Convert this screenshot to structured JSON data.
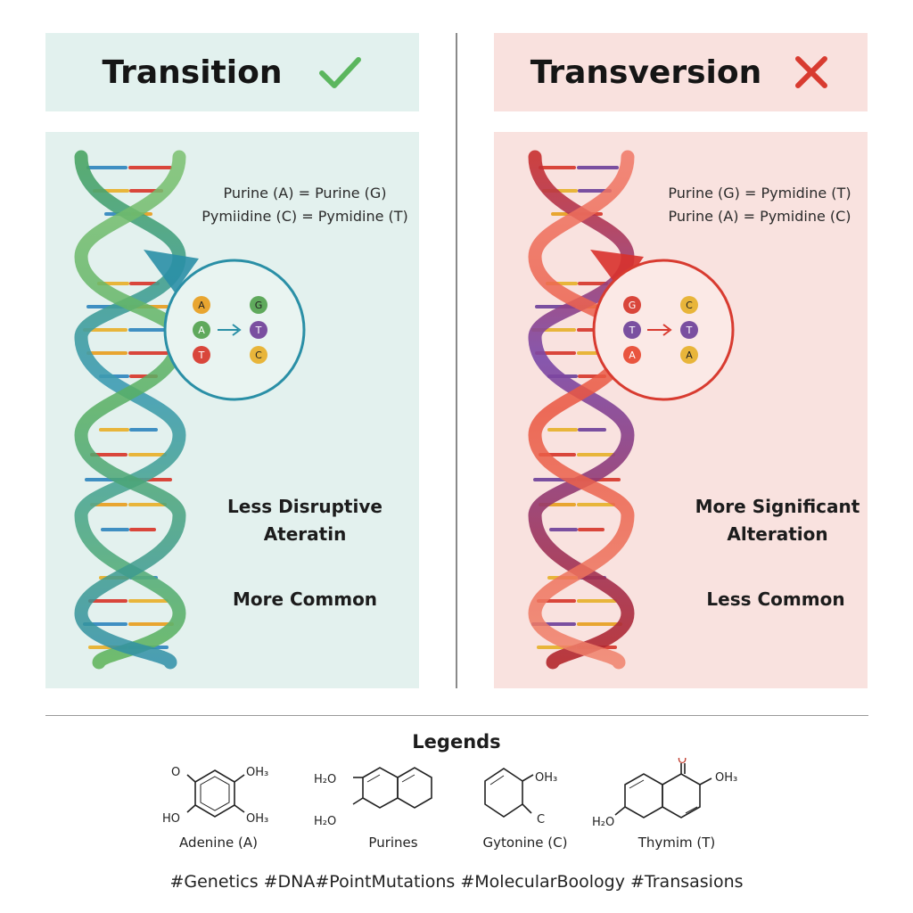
{
  "transition": {
    "title": "Transition",
    "status_icon": "check-icon",
    "accent": "#5bb65e",
    "equations": [
      "Purine (A) = Purine (G)",
      "Pymiidine (C) = Pymidine (T)"
    ],
    "zoom": {
      "from": [
        "A",
        "A",
        "T"
      ],
      "to": [
        "G",
        "T",
        "C"
      ]
    },
    "impact": [
      "Less Disruptive",
      "Ateratin"
    ],
    "frequency": "More Common"
  },
  "transversion": {
    "title": "Transversion",
    "status_icon": "x-icon",
    "accent": "#d83b30",
    "equations": [
      "Purine (G) = Pymidine (T)",
      "Purine (A) = Pymidine (C)"
    ],
    "zoom": {
      "from": [
        "G",
        "T",
        "A"
      ],
      "to": [
        "C",
        "T",
        "A"
      ]
    },
    "impact": [
      "More Significant",
      "Alteration"
    ],
    "frequency": "Less Common"
  },
  "legends": {
    "title": "Legends",
    "items": [
      {
        "label": "Adenine (A)",
        "atoms": [
          "O",
          "OH₃",
          "HO",
          "OH₃"
        ]
      },
      {
        "label": "Purines",
        "atoms": [
          "H₂O",
          "H₂O"
        ]
      },
      {
        "label": "Gytonine (C)",
        "atoms": [
          "OH₃",
          "C"
        ]
      },
      {
        "label": "Thymim (T)",
        "atoms": [
          "O",
          "OH₃",
          "H₂O"
        ]
      }
    ]
  },
  "hashtags": "#Genetics #DNA#PointMutations #MolecularBoology #Transasions",
  "colors": {
    "base_A": "#e8a530",
    "base_G": "#5fa95c",
    "base_T": "#7a4fa0",
    "base_C": "#e8b53a",
    "base_red": "#d9463b"
  }
}
